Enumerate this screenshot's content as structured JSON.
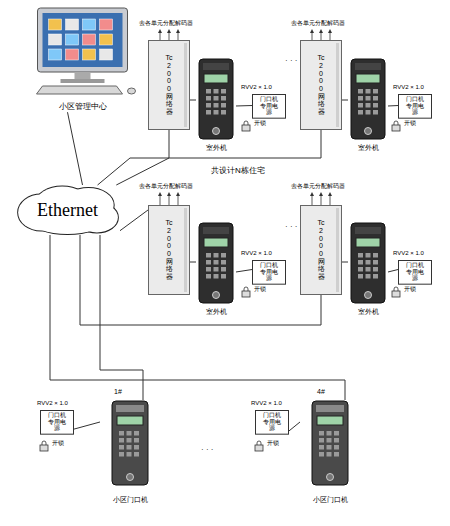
{
  "diagram": {
    "nodes": [
      {
        "text": [
          "小区管理中心"
        ]
      },
      {
        "text": [
          "Tc2000 网络器"
        ]
      },
      {
        "text": [
          "室外机"
        ]
      },
      {
        "text": [
          "门口机 专用电源"
        ]
      },
      {
        "text": [
          "Tc2000 网络器"
        ]
      },
      {
        "text": [
          "室外机"
        ]
      },
      {
        "text": [
          "门口机 专用电源"
        ]
      },
      {
        "text": [
          "Ethernet"
        ]
      },
      {
        "text": [
          "Tc2000 网络器"
        ]
      },
      {
        "text": [
          "室外机"
        ]
      },
      {
        "text": [
          "门口机 专用电源"
        ]
      },
      {
        "text": [
          "Tc2000 网络器"
        ]
      },
      {
        "text": [
          "室外机"
        ]
      },
      {
        "text": [
          "门口机 专用电源"
        ]
      },
      {
        "text": [
          "门口机 专用电源"
        ]
      },
      {
        "text": [
          "小区门口机"
        ]
      },
      {
        "text": [
          "门口机 专用电源"
        ]
      },
      {
        "text": [
          "小区门口机"
        ]
      }
    ],
    "edges": [
      {
        "from": 0,
        "to": 7,
        "arrow": "none"
      },
      {
        "from": 1,
        "to": 2,
        "arrow": "none"
      },
      {
        "from": 3,
        "to": 2,
        "arrow": "none"
      },
      {
        "from": 7,
        "to": 1,
        "arrow": "none"
      },
      {
        "from": 4,
        "to": 5,
        "arrow": "none"
      },
      {
        "from": 6,
        "to": 5,
        "arrow": "none"
      },
      {
        "from": 7,
        "to": 4,
        "arrow": "none"
      },
      {
        "from": 7,
        "to": 8,
        "arrow": "none"
      },
      {
        "from": 8,
        "to": 9,
        "arrow": "none"
      },
      {
        "from": 10,
        "to": 9,
        "arrow": "none"
      },
      {
        "from": 7,
        "to": 11,
        "arrow": "none"
      },
      {
        "from": 11,
        "to": 12,
        "arrow": "none"
      },
      {
        "from": 13,
        "to": 12,
        "arrow": "none"
      },
      {
        "from": 14,
        "to": 15,
        "arrow": "none"
      },
      {
        "from": 7,
        "to": 15,
        "arrow": "none"
      },
      {
        "from": 16,
        "to": 17,
        "arrow": "none"
      },
      {
        "from": 7,
        "to": 17,
        "arrow": "none"
      }
    ],
    "labels": [
      "去各单元分配解码器",
      "RVV2 × 1.0",
      "开锁",
      "· · ·",
      "去各单元分配解码器",
      "RVV2 × 1.0",
      "开锁",
      "共设计N栋住宅",
      "去各单元分配解码器",
      "RVV2 × 1.0",
      "开锁",
      "· · ·",
      "去各单元分配解码器",
      "RVV2 × 1.0",
      "开锁",
      "1#",
      "RVV2 × 1.0",
      "开锁",
      "· · ·",
      "4#",
      "RVV2 × 1.0",
      "开锁"
    ]
  }
}
